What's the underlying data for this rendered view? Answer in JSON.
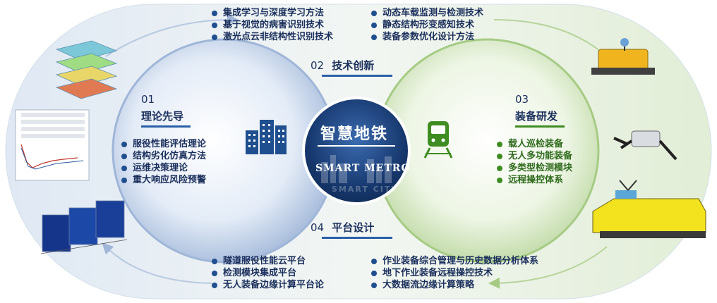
{
  "center": {
    "title": "智慧地铁",
    "subtitle": "SMART METRO",
    "watermark": "SMART CITY"
  },
  "sections": {
    "theory": {
      "number": "01",
      "title": "理论先导",
      "items": [
        "服役性能评估理论",
        "结构劣化仿真方法",
        "运维决策理论",
        "重大响应风险预警"
      ]
    },
    "tech": {
      "number": "02",
      "title": "技术创新",
      "items_left": [
        "集成学习与深度学习方法",
        "基于视觉的病害识别技术",
        "激光点云非结构性识别技术"
      ],
      "items_right": [
        "动态车载监测与检测技术",
        "静态结构形变感知技术",
        "装备参数优化设计方法"
      ]
    },
    "equipment": {
      "number": "03",
      "title": "装备研发",
      "items": [
        "载人巡检装备",
        "无人多功能装备",
        "多类型检测模块",
        "远程操控体系"
      ]
    },
    "platform": {
      "number": "04",
      "title": "平台设计",
      "items_left": [
        "隧道服役性能云平台",
        "检测模块集成平台",
        "无人装备边缘计算平台论"
      ],
      "items_right": [
        "作业装备综合管理与历史数据分析体系",
        "地下作业装备远程操控技术",
        "大数据流边缘计算策略"
      ]
    }
  },
  "icons": {
    "buildings": "city-buildings-icon",
    "train": "metro-train-icon"
  },
  "colors": {
    "navy": "#1b2f5c",
    "blue": "#2a5fa8",
    "green": "#3f8d22",
    "center": "#17386e"
  }
}
